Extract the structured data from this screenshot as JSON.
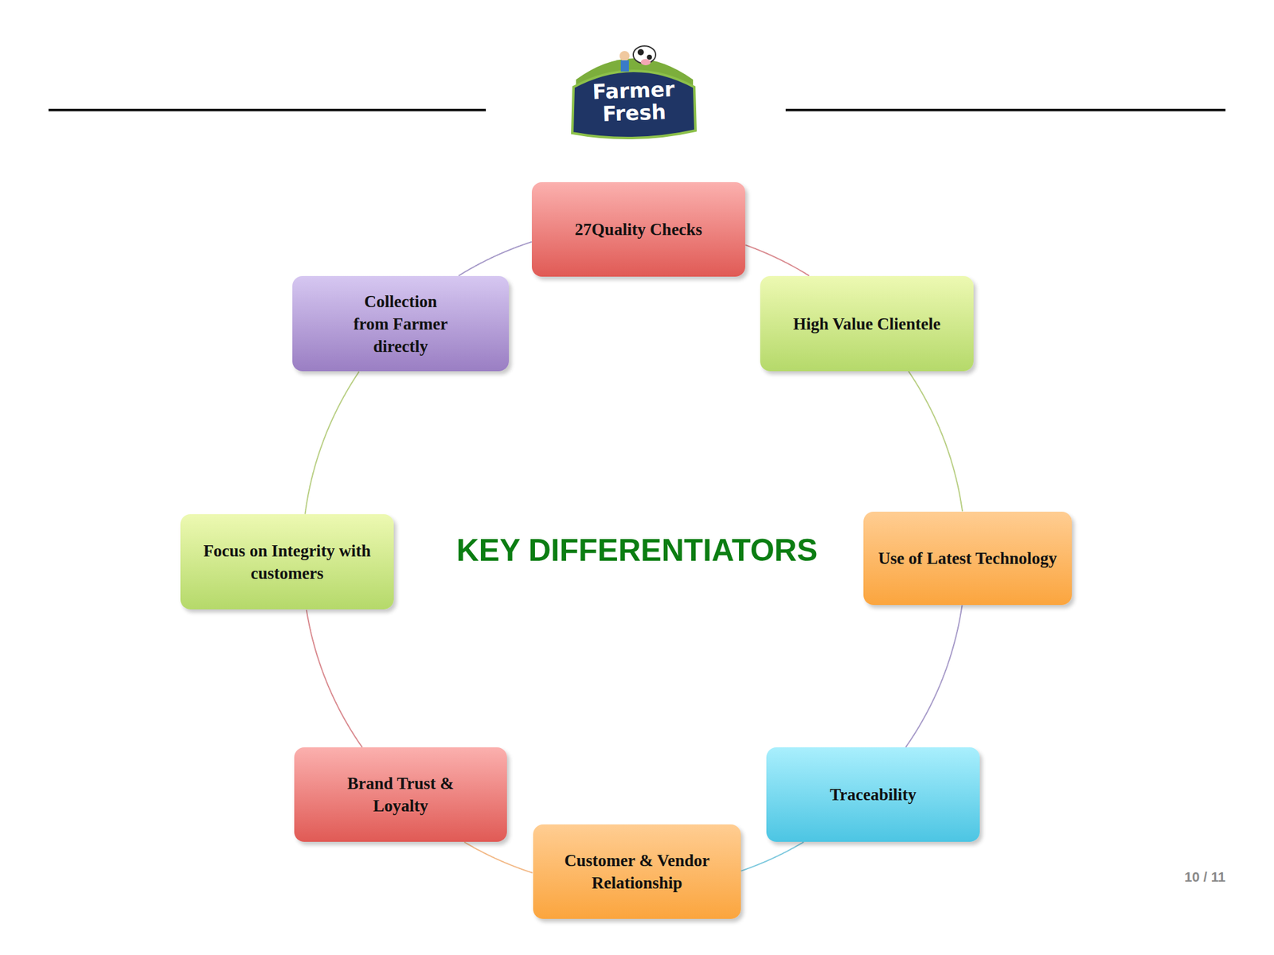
{
  "diagram": {
    "title": "KEY DIFFERENTIATORS",
    "nodes": [
      {
        "text": [
          "27Quality Checks"
        ]
      },
      {
        "text": [
          "High Value Clientele"
        ]
      },
      {
        "text": [
          "Use of Latest Technology"
        ]
      },
      {
        "text": [
          "Traceability"
        ]
      },
      {
        "text": [
          "Customer & Vendor Relationship"
        ]
      },
      {
        "text": [
          "Brand Trust & Loyalty"
        ]
      },
      {
        "text": [
          "Focus on Integrity with customers"
        ]
      },
      {
        "text": [
          "Collection from Farmer directly"
        ]
      }
    ],
    "edges": [
      {
        "from": 0,
        "to": 1,
        "arrow": "none"
      },
      {
        "from": 1,
        "to": 2,
        "arrow": "none"
      },
      {
        "from": 2,
        "to": 3,
        "arrow": "none"
      },
      {
        "from": 3,
        "to": 4,
        "arrow": "none"
      },
      {
        "from": 4,
        "to": 5,
        "arrow": "none"
      },
      {
        "from": 5,
        "to": 6,
        "arrow": "none"
      },
      {
        "from": 6,
        "to": 7,
        "arrow": "none"
      },
      {
        "from": 7,
        "to": 0,
        "arrow": "none"
      }
    ],
    "labels": [
      "Farmer Fresh",
      "10 / 11"
    ]
  }
}
